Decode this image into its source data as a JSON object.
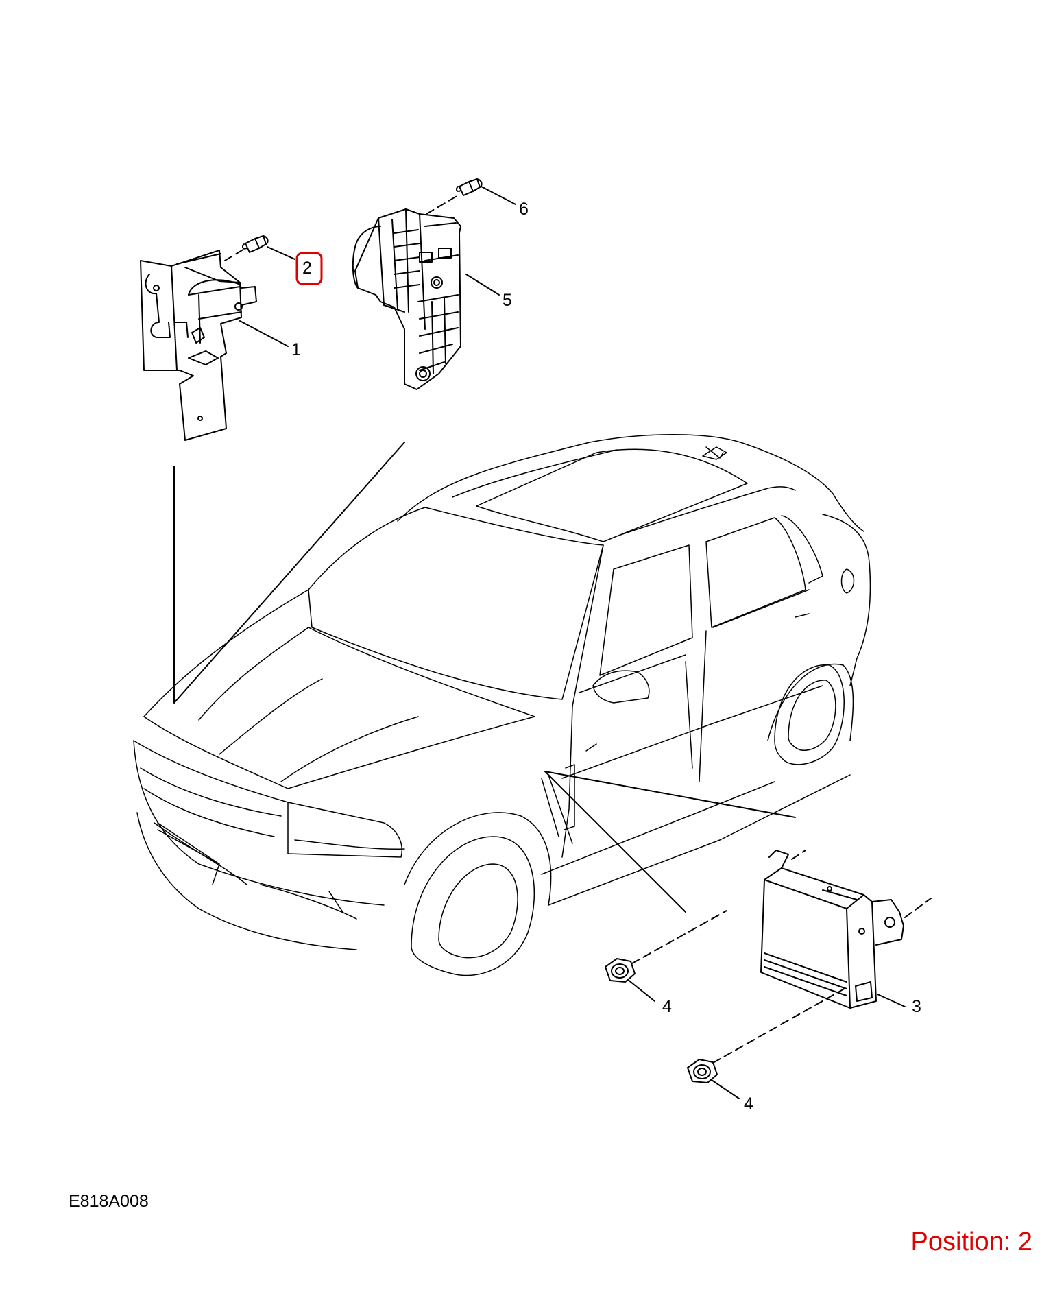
{
  "callouts": [
    {
      "id": "1",
      "label": "1"
    },
    {
      "id": "2",
      "label": "2",
      "highlighted": true
    },
    {
      "id": "3",
      "label": "3"
    },
    {
      "id": "4a",
      "label": "4"
    },
    {
      "id": "4b",
      "label": "4"
    },
    {
      "id": "5",
      "label": "5"
    },
    {
      "id": "6",
      "label": "6"
    }
  ],
  "diagram_code": "E818A008",
  "position_label": "Position: 2",
  "colors": {
    "line": "#000000",
    "highlight": "#e00000",
    "position_text": "#e00000"
  }
}
